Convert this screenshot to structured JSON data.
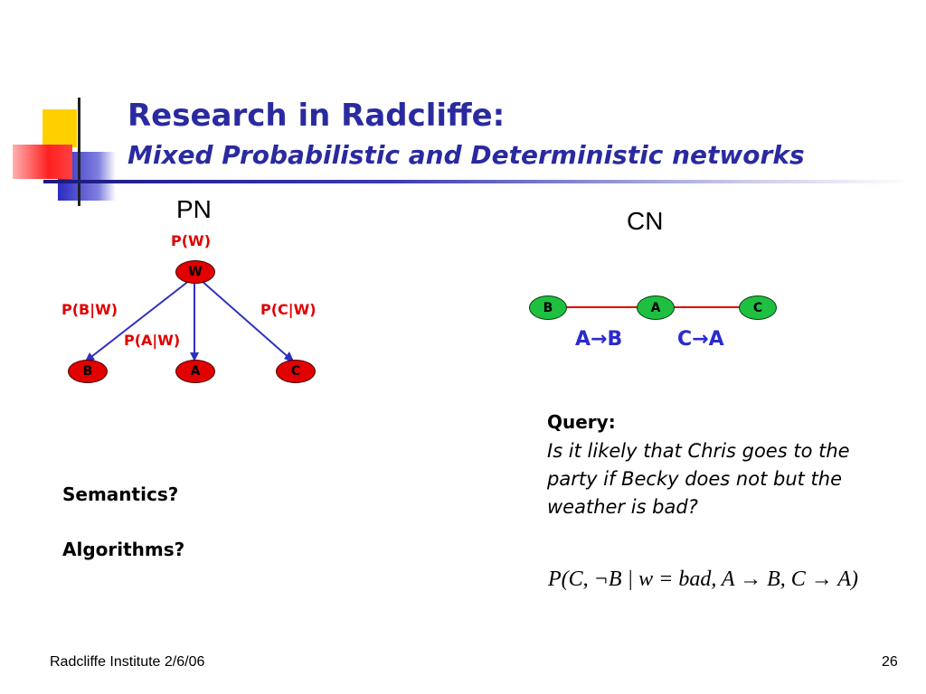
{
  "slide": {
    "title": "Research in Radcliffe:",
    "subtitle": "Mixed Probabilistic and Deterministic networks"
  },
  "pn": {
    "heading": "PN",
    "pw_label": "P(W)",
    "pbw_label": "P(B|W)",
    "paw_label": "P(A|W)",
    "pcw_label": "P(C|W)",
    "nodes": {
      "w": "W",
      "b": "B",
      "a": "A",
      "c": "C"
    }
  },
  "cn": {
    "heading": "CN",
    "nodes": {
      "b": "B",
      "a": "A",
      "c": "C"
    },
    "rule1": "A→B",
    "rule2": "C→A"
  },
  "questions": {
    "semantics": "Semantics?",
    "algorithms": "Algorithms?"
  },
  "query": {
    "label": "Query:",
    "text": "Is it likely that Chris goes to the party if Becky does not but the weather is bad?",
    "formula": "P(C, ¬B | w = bad, A → B, C → A)"
  },
  "footer": {
    "left": "Radcliffe Institute 2/6/06",
    "page": "26"
  },
  "colors": {
    "title": "#2a2aa0",
    "pn_node": "#e30000",
    "cn_node": "#1fc040",
    "edge_blue": "#3030c0",
    "edge_red": "#e00000"
  }
}
